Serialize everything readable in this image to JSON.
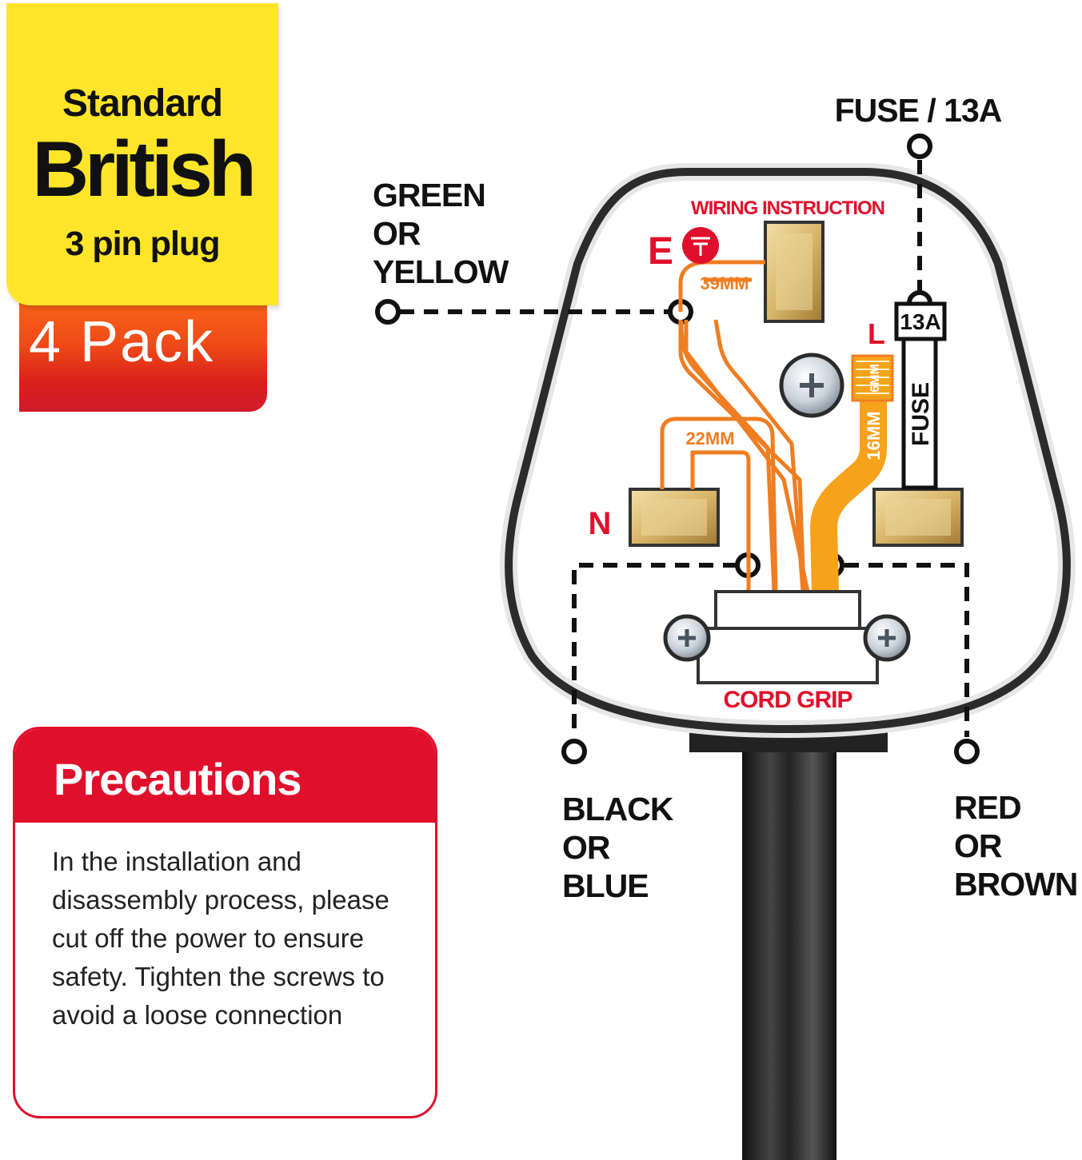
{
  "badge": {
    "line1": "Standard",
    "line2": "British",
    "line3": "3 pin plug",
    "pack": "4 Pack"
  },
  "callouts": {
    "fuse": "FUSE / 13A",
    "earth_wire": [
      "GREEN",
      "OR",
      "YELLOW"
    ],
    "neutral_wire": [
      "BLACK",
      "OR",
      "BLUE"
    ],
    "live_wire": [
      "RED",
      "OR",
      "BROWN"
    ]
  },
  "plug": {
    "wiring_instruction": "WIRING INSTRUCTION",
    "earth_letter": "E",
    "neutral_letter": "N",
    "live_letter": "L",
    "earth_length": "39MM",
    "neutral_length": "22MM",
    "live_length": "16MM",
    "strip_length": "6MM",
    "fuse_rating": "13A",
    "fuse_label": "FUSE",
    "cord_grip": "CORD GRIP"
  },
  "precautions": {
    "title": "Precautions",
    "body": "In the installation and disassembly process, please cut off the power to ensure safety. Tighten the screws to avoid a loose connection"
  },
  "colors": {
    "yellow": "#ffe52a",
    "orange_wire": "#ef7d22",
    "live_wire": "#f7a21b",
    "red": "#e0102c",
    "brass": "#d9b66a"
  }
}
